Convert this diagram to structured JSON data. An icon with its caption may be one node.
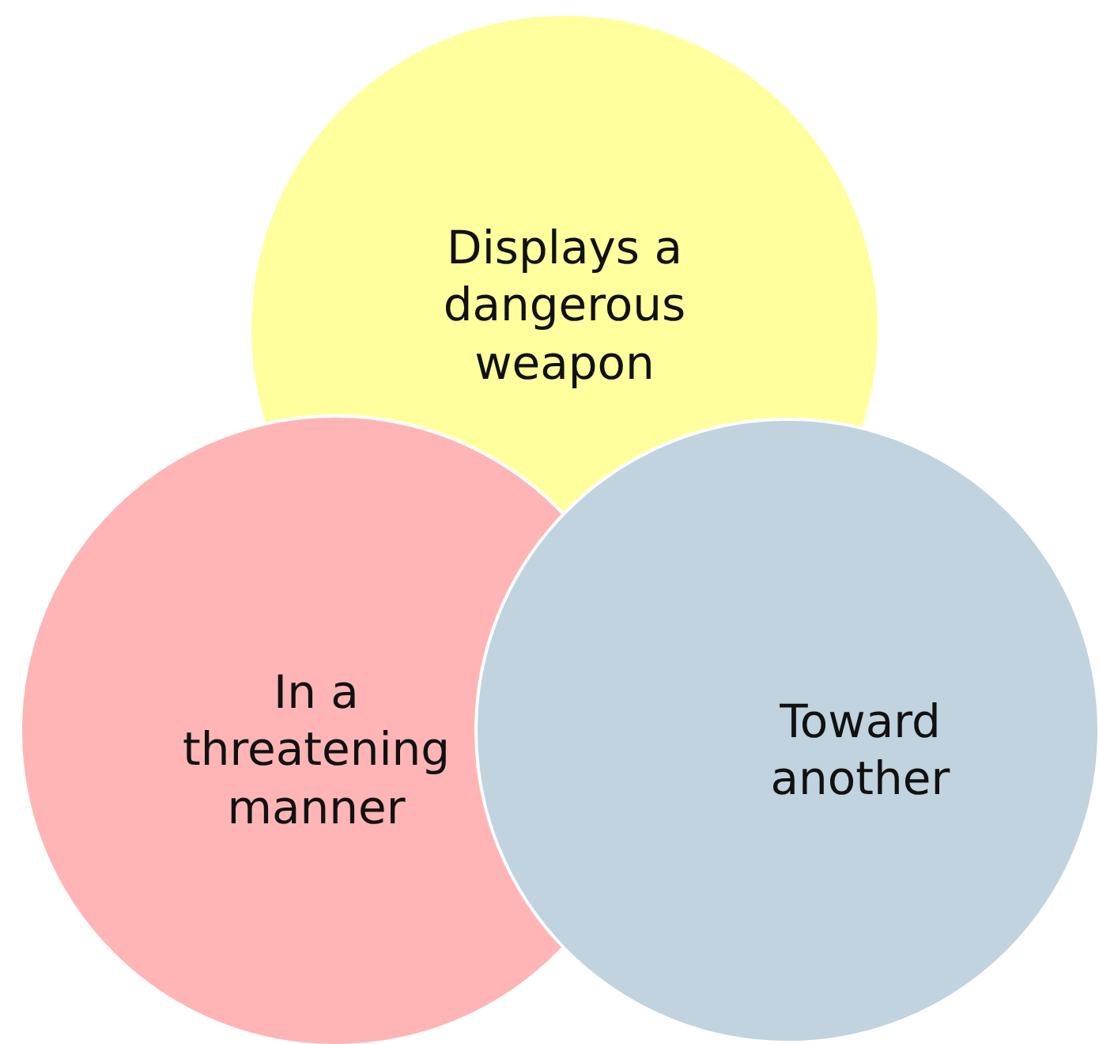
{
  "diagram": {
    "nodes": [
      {
        "text": [
          "Displays a dangerous weapon"
        ]
      },
      {
        "text": [
          "In a threatening manner"
        ]
      },
      {
        "text": [
          "Toward another"
        ]
      }
    ]
  }
}
